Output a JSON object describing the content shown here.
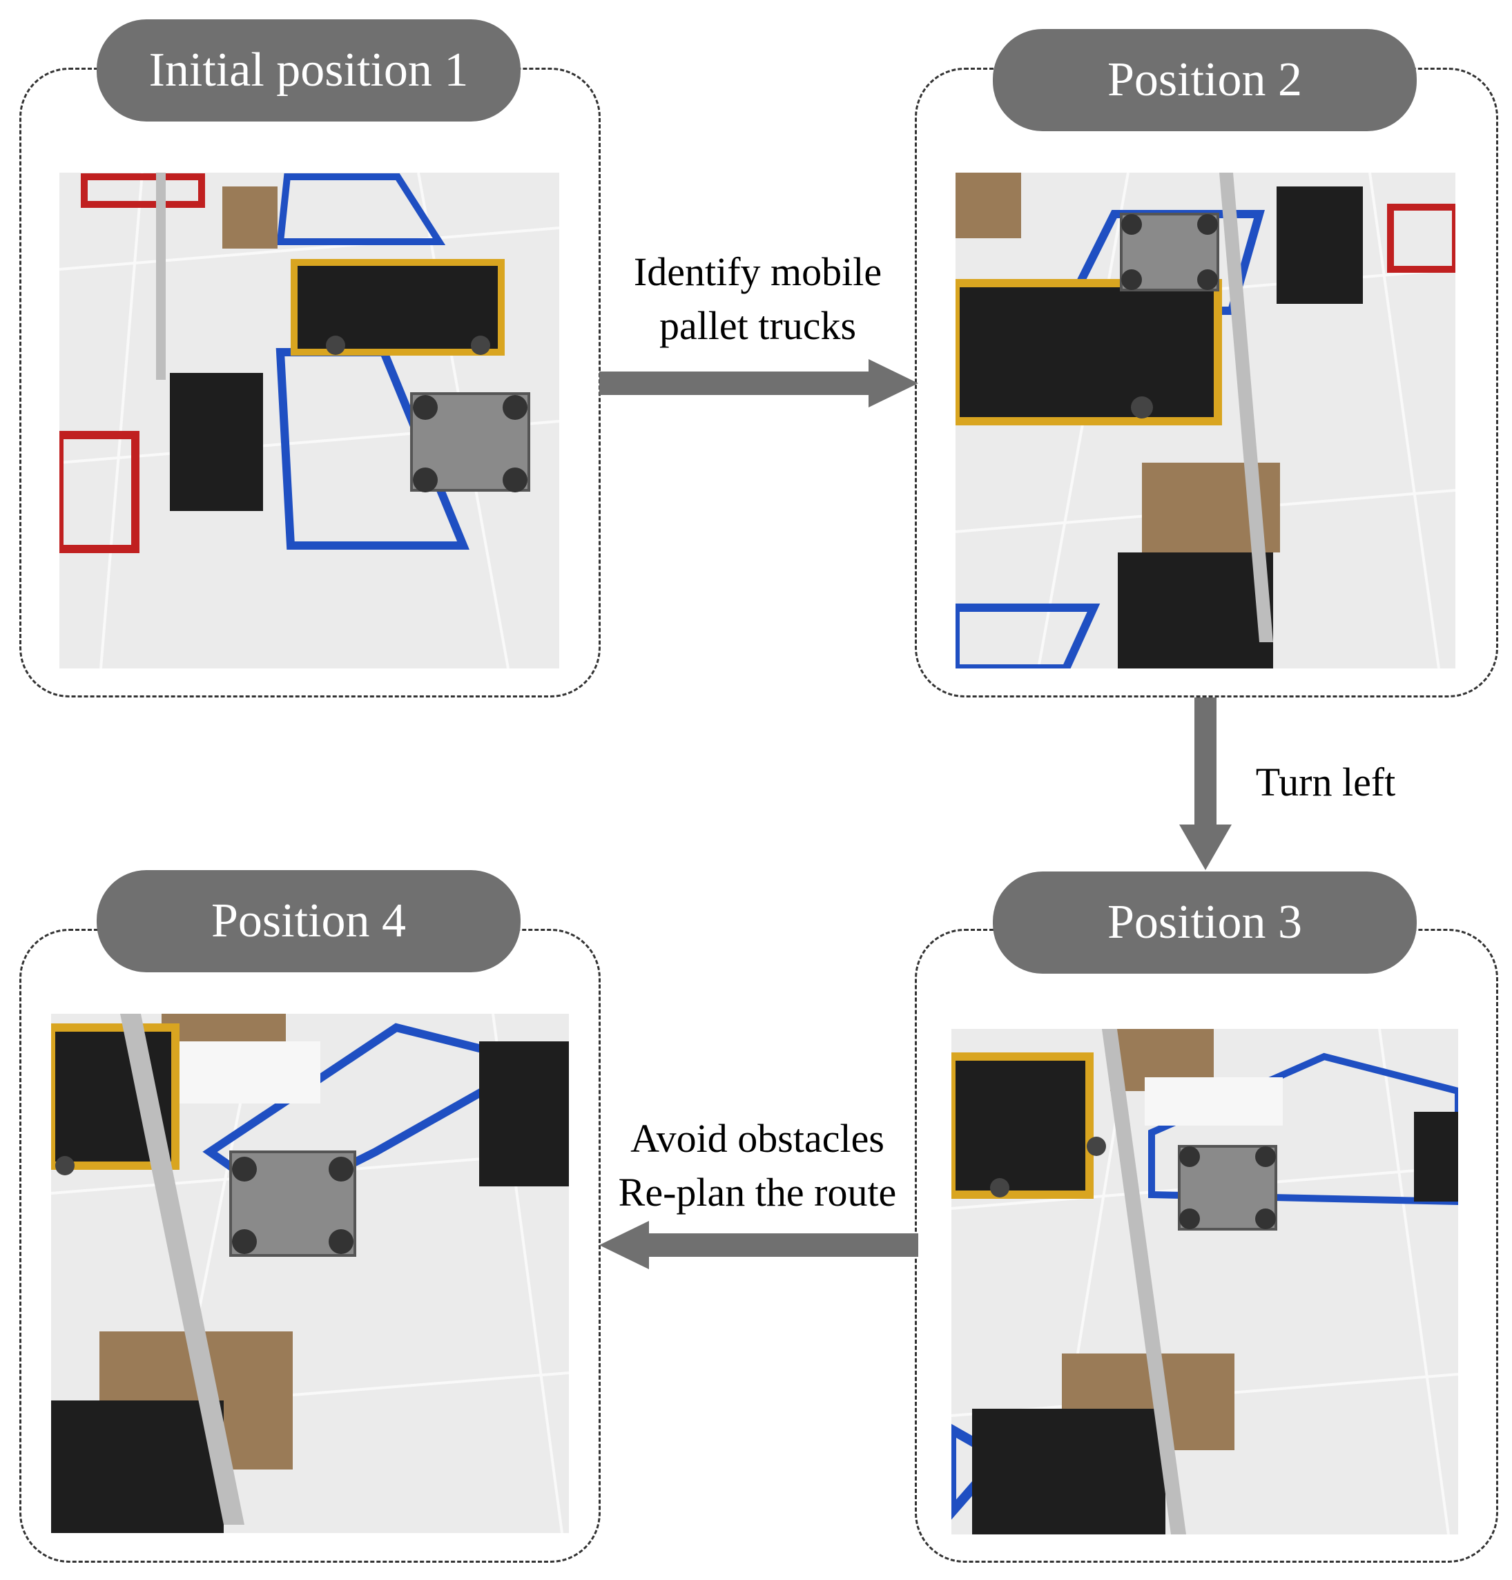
{
  "panels": [
    {
      "id": "p1",
      "label": "Initial position 1"
    },
    {
      "id": "p2",
      "label": "Position 2"
    },
    {
      "id": "p3",
      "label": "Position 3"
    },
    {
      "id": "p4",
      "label": "Position 4"
    }
  ],
  "transitions": {
    "p1_to_p2": {
      "line1": "Identify mobile",
      "line2": "pallet trucks"
    },
    "p2_to_p3": {
      "line1": "Turn left"
    },
    "p3_to_p4": {
      "line1": "Avoid obstacles",
      "line2": "Re-plan the route"
    }
  },
  "colors": {
    "pill": "#707070",
    "arrow": "#707070",
    "tape_blue": "#1f4fc2",
    "tape_red": "#c02020",
    "floor": "#ececec"
  }
}
